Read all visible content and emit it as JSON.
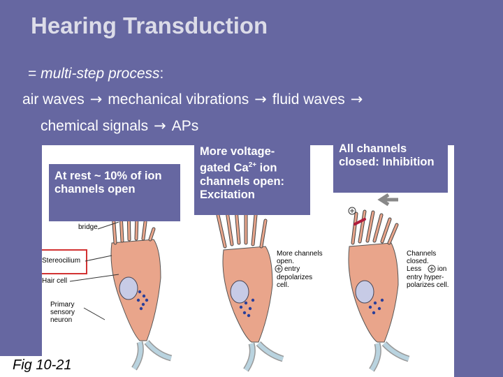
{
  "slide": {
    "title": "Hearing Transduction",
    "subtitle_prefix": "= ",
    "subtitle_italic": "multi-step process",
    "subtitle_suffix": ":",
    "chain": {
      "step1": "air waves",
      "step2": "mechanical vibrations",
      "step3": "fluid waves",
      "step4": "chemical signals",
      "step5": "APs",
      "arrow": "→"
    }
  },
  "callouts": {
    "rest": "At rest ~ 10% of ion channels open",
    "excitation_pre": "More voltage-gated Ca",
    "excitation_sup": "2+",
    "excitation_post": " ion channels open: Excitation",
    "inhibition": "All channels closed: Inhibition"
  },
  "figure": {
    "caption": "Fig 10-21",
    "labels": {
      "bridge": "bridge",
      "stereocilium": "Stereocilium",
      "hair_cell": "Hair cell",
      "primary_sensory": "Primary\nsensory\nneuron",
      "more_open": "More channels\nopen.",
      "entry": "entry",
      "depolarizes": "depolarizes\ncell.",
      "channels_closed": "Channels\nclosed.",
      "less": "Less",
      "ion": "ion",
      "entry_hyper": "entry hyper-\npolarizes cell."
    },
    "colors": {
      "cell": "#e9a58b",
      "neuron": "#b9d3df",
      "nucleus": "#c7cbe6",
      "dots": "#2a3f9a",
      "highlight": "#d23232",
      "inhibit_arrow": "#888888",
      "inhibit_mark": "#b01c3c"
    }
  }
}
